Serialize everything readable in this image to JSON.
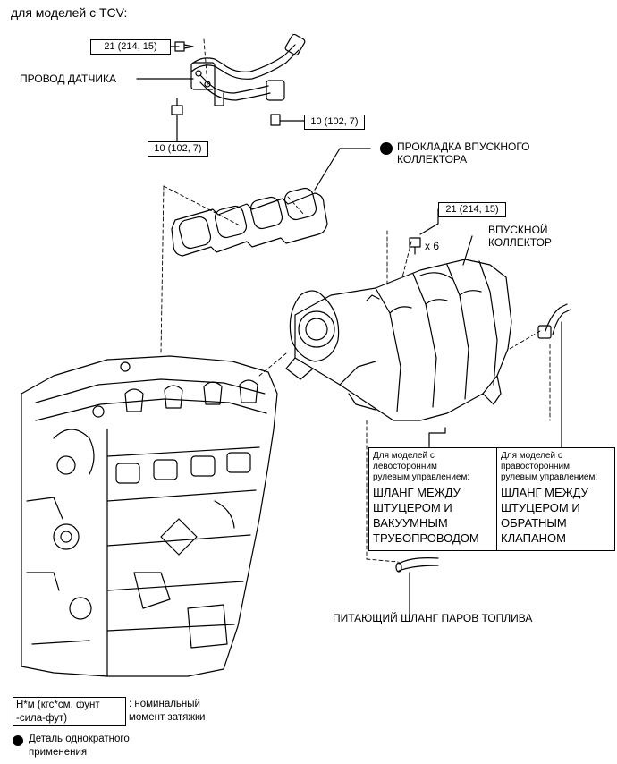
{
  "header": "для моделей с TCV:",
  "torque_specs": {
    "top_bolt": "21 (214, 15)",
    "left_bolt": "10 (102, 7)",
    "right_bolt": "10 (102, 7)",
    "manifold_bolts": "21 (214, 15)"
  },
  "labels": {
    "sensor_wire": "ПРОВОД ДАТЧИКА",
    "gasket": "ПРОКЛАДКА ВПУСКНОГО\nКОЛЛЕКТОРА",
    "manifold": "ВПУСКНОЙ\nКОЛЛЕКТОР",
    "bolt_count": "x 6",
    "fuel_vapor_hose": "ПИТАЮЩИЙ ШЛАНГ ПАРОВ ТОПЛИВА"
  },
  "variants": {
    "lhd_head": "Для моделей с\nлевосторонним\nрулевым управлением:",
    "lhd_body": "ШЛАНГ МЕЖДУ\nШТУЦЕРОМ И\nВАКУУМНЫМ\nТРУБОПРОВОДОМ",
    "rhd_head": "Для моделей с\nправосторонним\nрулевым управлением:",
    "rhd_body": "ШЛАНГ МЕЖДУ\nШТУЦЕРОМ И\nОБРАТНЫМ\nКЛАПАНОМ"
  },
  "legend": {
    "torque_units": "Н*м (кгс*см, фунт\n-сила-фут)",
    "torque_meaning": ": номинальный\nмомент затяжки",
    "single_use": "Деталь однократного\nприменения"
  }
}
